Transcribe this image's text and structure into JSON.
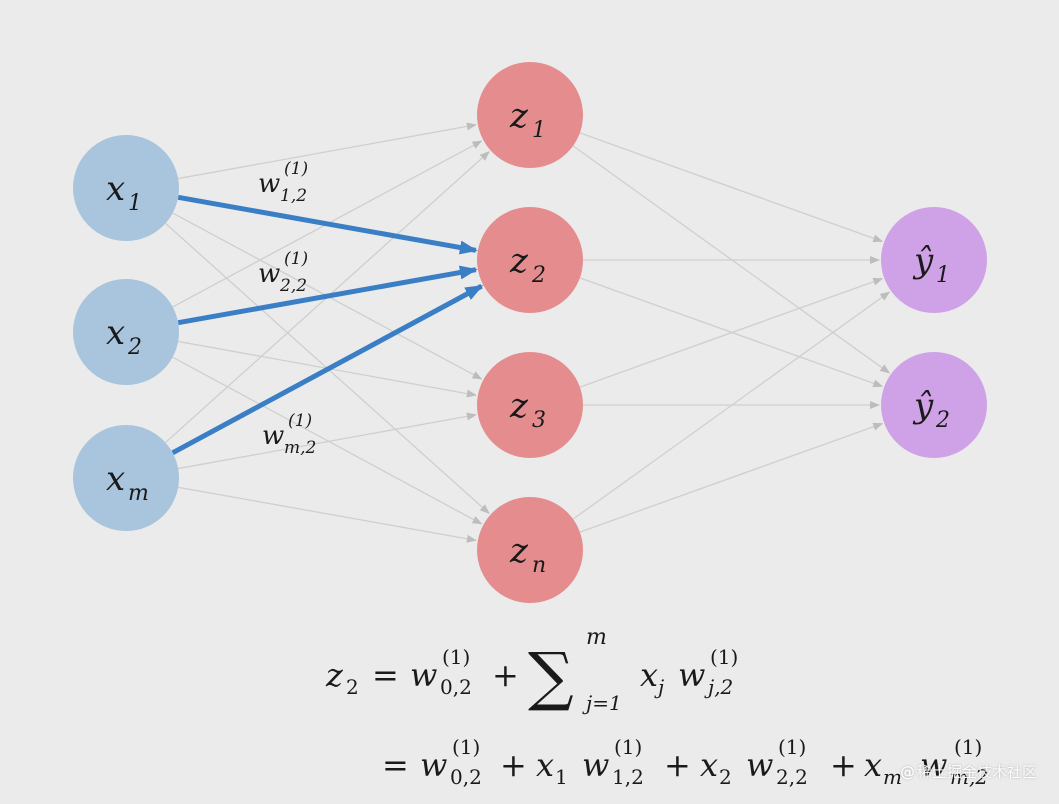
{
  "colors": {
    "background": "#ebebeb",
    "input": "#a9c4dd",
    "hidden": "#e58c8e",
    "output": "#cfa2e8",
    "edge": "#cfcfcf",
    "highlight": "#3a7fc6",
    "text": "#1a1a1a"
  },
  "nodes": {
    "inputs": [
      {
        "sym": "x",
        "sub": "1"
      },
      {
        "sym": "x",
        "sub": "2"
      },
      {
        "sym": "x",
        "sub": "m"
      }
    ],
    "hidden": [
      {
        "sym": "z",
        "sub": "1"
      },
      {
        "sym": "z",
        "sub": "2"
      },
      {
        "sym": "z",
        "sub": "3"
      },
      {
        "sym": "z",
        "sub": "n"
      }
    ],
    "outputs": [
      {
        "sym": "ŷ",
        "sub": "1"
      },
      {
        "sym": "ŷ",
        "sub": "2"
      }
    ]
  },
  "highlighted_target": "z2",
  "weights": [
    {
      "sym": "w",
      "sub": "1,2",
      "sup": "(1)"
    },
    {
      "sym": "w",
      "sub": "2,2",
      "sup": "(1)"
    },
    {
      "sym": "w",
      "sub": "m,2",
      "sup": "(1)"
    }
  ],
  "equation": {
    "line1": {
      "lhs": "z",
      "lhs_sub": "2",
      "eq": "=",
      "w0": "w",
      "w0_sub": "0,2",
      "w0_sup": "(1)",
      "plus": "+",
      "sigma": "∑",
      "sigma_top": "m",
      "sigma_bottom": "j=1",
      "x": "x",
      "x_sub": "j",
      "w": "w",
      "w_sub": "j,2",
      "w_sup": "(1)"
    },
    "line2": {
      "eq": "=",
      "terms": [
        {
          "sym": "w",
          "sub": "0,2",
          "sup": "(1)"
        },
        {
          "op": "+",
          "x": "x",
          "x_sub": "1",
          "sym": "w",
          "sub": "1,2",
          "sup": "(1)"
        },
        {
          "op": "+",
          "x": "x",
          "x_sub": "2",
          "sym": "w",
          "sub": "2,2",
          "sup": "(1)"
        },
        {
          "op": "+",
          "x": "x",
          "x_sub": "m",
          "sym": "w",
          "sub": "m,2",
          "sup": "(1)"
        }
      ]
    }
  },
  "watermark": {
    "mark": "@",
    "text": "稀土掘金技术社区"
  }
}
